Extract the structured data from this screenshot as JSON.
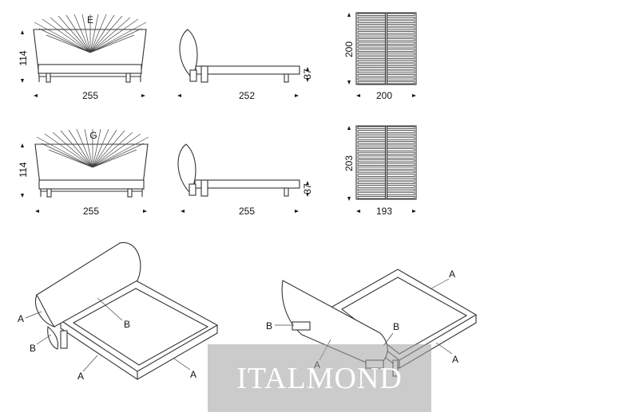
{
  "row1": {
    "front_letter": "E",
    "front_height": "114",
    "front_width": "255",
    "side_width": "252",
    "side_leg": "37",
    "slats_height": "200",
    "slats_width": "200"
  },
  "row2": {
    "front_letter": "G",
    "front_height": "114",
    "front_width": "255",
    "side_width": "255",
    "side_leg": "37",
    "slats_height": "203",
    "slats_width": "193"
  },
  "iso_left": {
    "labels": [
      "A",
      "B",
      "B",
      "A",
      "A"
    ]
  },
  "iso_right": {
    "labels": [
      "A",
      "B",
      "B",
      "A",
      "A"
    ]
  },
  "watermark": "ITALMOND"
}
